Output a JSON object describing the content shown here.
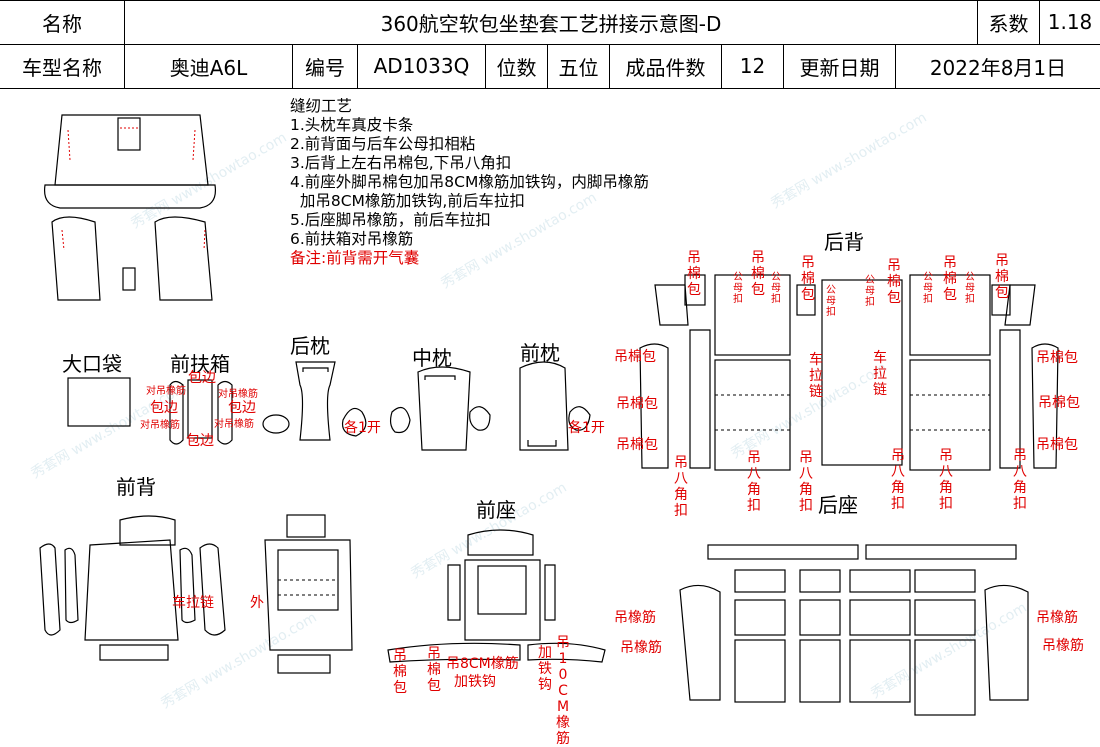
{
  "header": {
    "name_label": "名称",
    "title": "360航空软包坐垫套工艺拼接示意图-D",
    "coef_label": "系数",
    "coef_value": "1.18",
    "model_label": "车型名称",
    "model_value": "奥迪A6L",
    "code_label": "编号",
    "code_value": "AD1033Q",
    "seats_label": "位数",
    "seats_value": "五位",
    "pieces_label": "成品件数",
    "pieces_value": "12",
    "date_label": "更新日期",
    "date_value": "2022年8月1日"
  },
  "notes": {
    "title": "缝纫工艺",
    "lines": [
      "1.头枕车真皮卡条",
      "2.前背面与后车公母扣相粘",
      "3.后背上左右吊棉包,下吊八角扣",
      "4.前座外脚吊棉包加吊8CM橡筋加铁钩，内脚吊橡筋",
      "  加吊8CM橡筋加铁钩,前后车拉扣",
      "5.后座脚吊橡筋，前后车拉扣",
      "6.前扶箱对吊橡筋"
    ],
    "remark": "备注:前背需开气囊"
  },
  "sections": {
    "big_pocket": "大口袋",
    "front_armrest": "前扶箱",
    "rear_headrest": "后枕",
    "middle_headrest": "中枕",
    "front_headrest": "前枕",
    "front_back": "前背",
    "front_seat": "前座",
    "rear_back": "后背",
    "rear_seat": "后座"
  },
  "annotations": {
    "pair_elastic": "对吊橡筋",
    "wrap_edge": "包边",
    "split_open": "各1开",
    "zipper_outer": "车拉链",
    "outer": "外",
    "cotton_pack": "吊棉包",
    "snap": "公母扣",
    "zip": "车拉链",
    "octagon_buckle": "吊八角扣",
    "elastic": "吊橡筋",
    "elastic_8cm_hook": "吊8CM橡筋",
    "add_hook": "加铁钩",
    "elastic_10cm": "吊10CM橡筋"
  },
  "watermark": "秀套网 www.showtao.com"
}
